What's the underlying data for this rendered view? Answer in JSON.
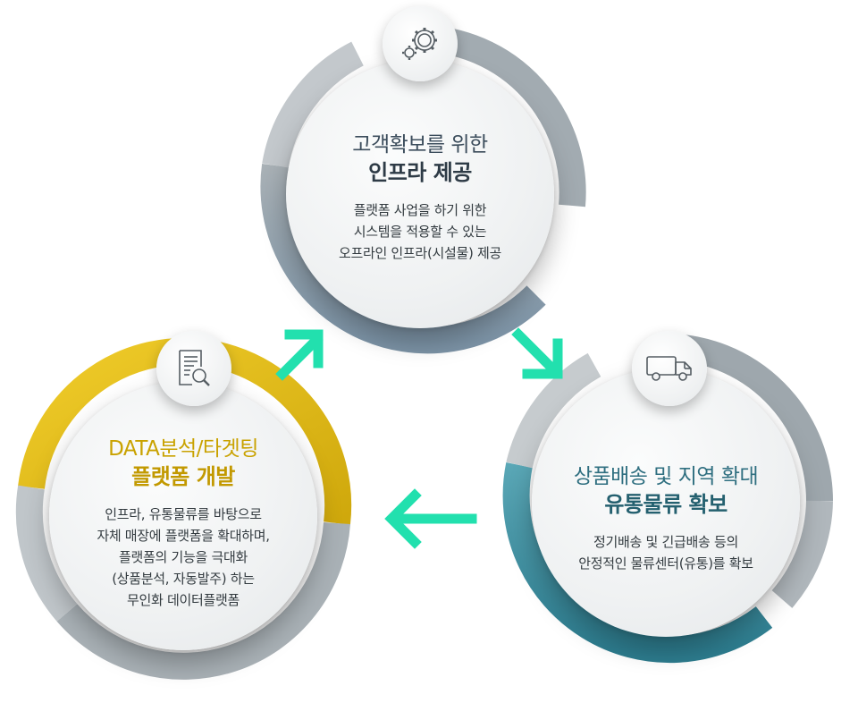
{
  "nodes": {
    "top": {
      "title_line1": "고객확보를 위한",
      "title_line2": "인프라 제공",
      "desc_lines": [
        "플랫폼 사업을 하기 위한",
        "시스템을 적용할 수 있는",
        "오프라인 인프라(시설물) 제공"
      ],
      "icon": "gears-icon",
      "title_color": "#3c4d5c"
    },
    "right": {
      "title_line1": "상품배송 및 지역 확대",
      "title_line2": "유통물류 확보",
      "desc_lines": [
        "정기배송 및 긴급배송 등의",
        "안정적인 물류센터(유통)를 확보"
      ],
      "icon": "truck-icon",
      "title_color": "#2f6f80"
    },
    "left": {
      "title_line1": "DATA분석/타겟팅",
      "title_line2": "플랫폼 개발",
      "desc_lines": [
        "인프라, 유통물류를 바탕으로",
        "자체 매장에 플랫폼을 확대하며,",
        "플랫폼의 기능을 극대화",
        "(상품분석, 자동발주) 하는",
        "무인화 데이터플랫폼"
      ],
      "icon": "document-search-icon",
      "title_color": "#c9a200"
    }
  },
  "colors": {
    "arrow": "#22e0ae",
    "ring_gray": "#9aa3aa",
    "ring_slate": "#7d93a6",
    "ring_teal": "#3c8ea0",
    "ring_yellow": "#e3be16",
    "ring_neutral": "#b8bec3"
  }
}
